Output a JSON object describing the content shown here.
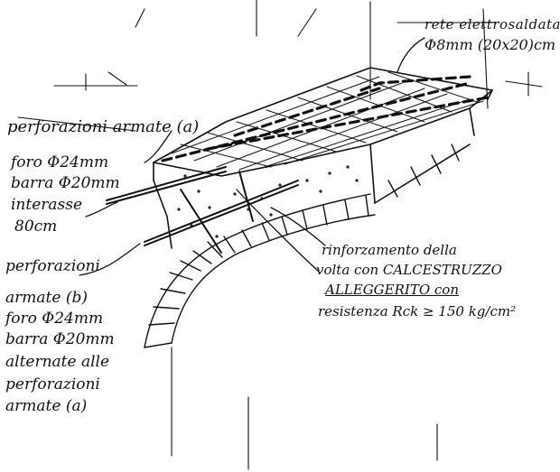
{
  "annotations": {
    "rete_line1": "rete elettrosaldata",
    "rete_line2": "Φ8mm (20x20)cm",
    "perforazioni_a_title": "perforazioni armate (a)",
    "foro_a": "foro Φ24mm",
    "barra_a": "barra Φ20mm",
    "interasse": "interasse",
    "interasse_value": "80cm",
    "perforazioni_b_title": "perforazioni",
    "armate_b": "armate (b)",
    "foro_b": "foro Φ24mm",
    "barra_b": "barra Φ20mm",
    "alternate": "alternate alle",
    "perforazioni_c": "perforazioni",
    "armate_c": "armate (a)",
    "rinforzo_line1": "rinforzamento della",
    "rinforzo_line2": "volta con CALCESTRUZZO",
    "rinforzo_line3": "ALLEGGERITO con",
    "rinforzo_line4": "resistenza Rck ≥ 150 kg/cm²"
  },
  "colors": {
    "ink": "#111111",
    "paper": "#ffffff"
  }
}
